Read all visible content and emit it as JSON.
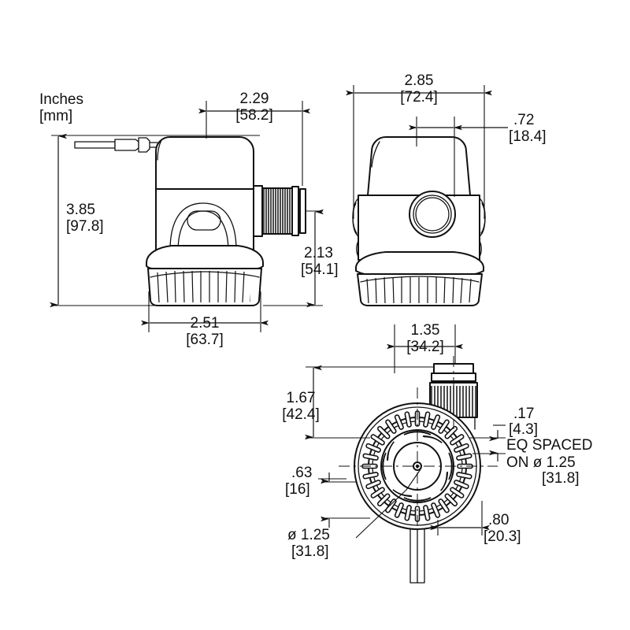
{
  "drawing": {
    "units_note_line1": "Inches",
    "units_note_line2": "[mm]",
    "background_color": "#ffffff",
    "line_color": "#111111",
    "views": [
      {
        "name": "side-view",
        "label": ""
      },
      {
        "name": "front-view",
        "label": ""
      },
      {
        "name": "bottom-view",
        "label": ""
      }
    ]
  },
  "dimensions": {
    "side_width_top": {
      "inch": "2.29",
      "mm": "[58.2]"
    },
    "side_height_overall": {
      "inch": "3.85",
      "mm": "[97.8]"
    },
    "side_width_base": {
      "inch": "2.51",
      "mm": "[63.7]"
    },
    "side_outlet_height": {
      "inch": "2.13",
      "mm": "[54.1]"
    },
    "front_width": {
      "inch": "2.85",
      "mm": "[72.4]"
    },
    "front_offset": {
      "inch": ".72",
      "mm": "[18.4]"
    },
    "bottom_outlet_width": {
      "inch": "1.35",
      "mm": "[34.2]"
    },
    "bottom_outlet_offset": {
      "inch": "1.67",
      "mm": "[42.4]"
    },
    "bottom_slot_width": {
      "inch": ".17",
      "mm": "[4.3]"
    },
    "bottom_slot_note_line1": "EQ SPACED",
    "bottom_slot_note_line2": "ON ø 1.25",
    "bottom_slot_note_line3": "[31.8]",
    "bottom_left_dim": {
      "inch": ".63",
      "mm": "[16]"
    },
    "bottom_bore_dia": {
      "inch": "ø 1.25",
      "mm": "[31.8]"
    },
    "bottom_right_dim": {
      "inch": ".80",
      "mm": "[20.3]"
    }
  }
}
